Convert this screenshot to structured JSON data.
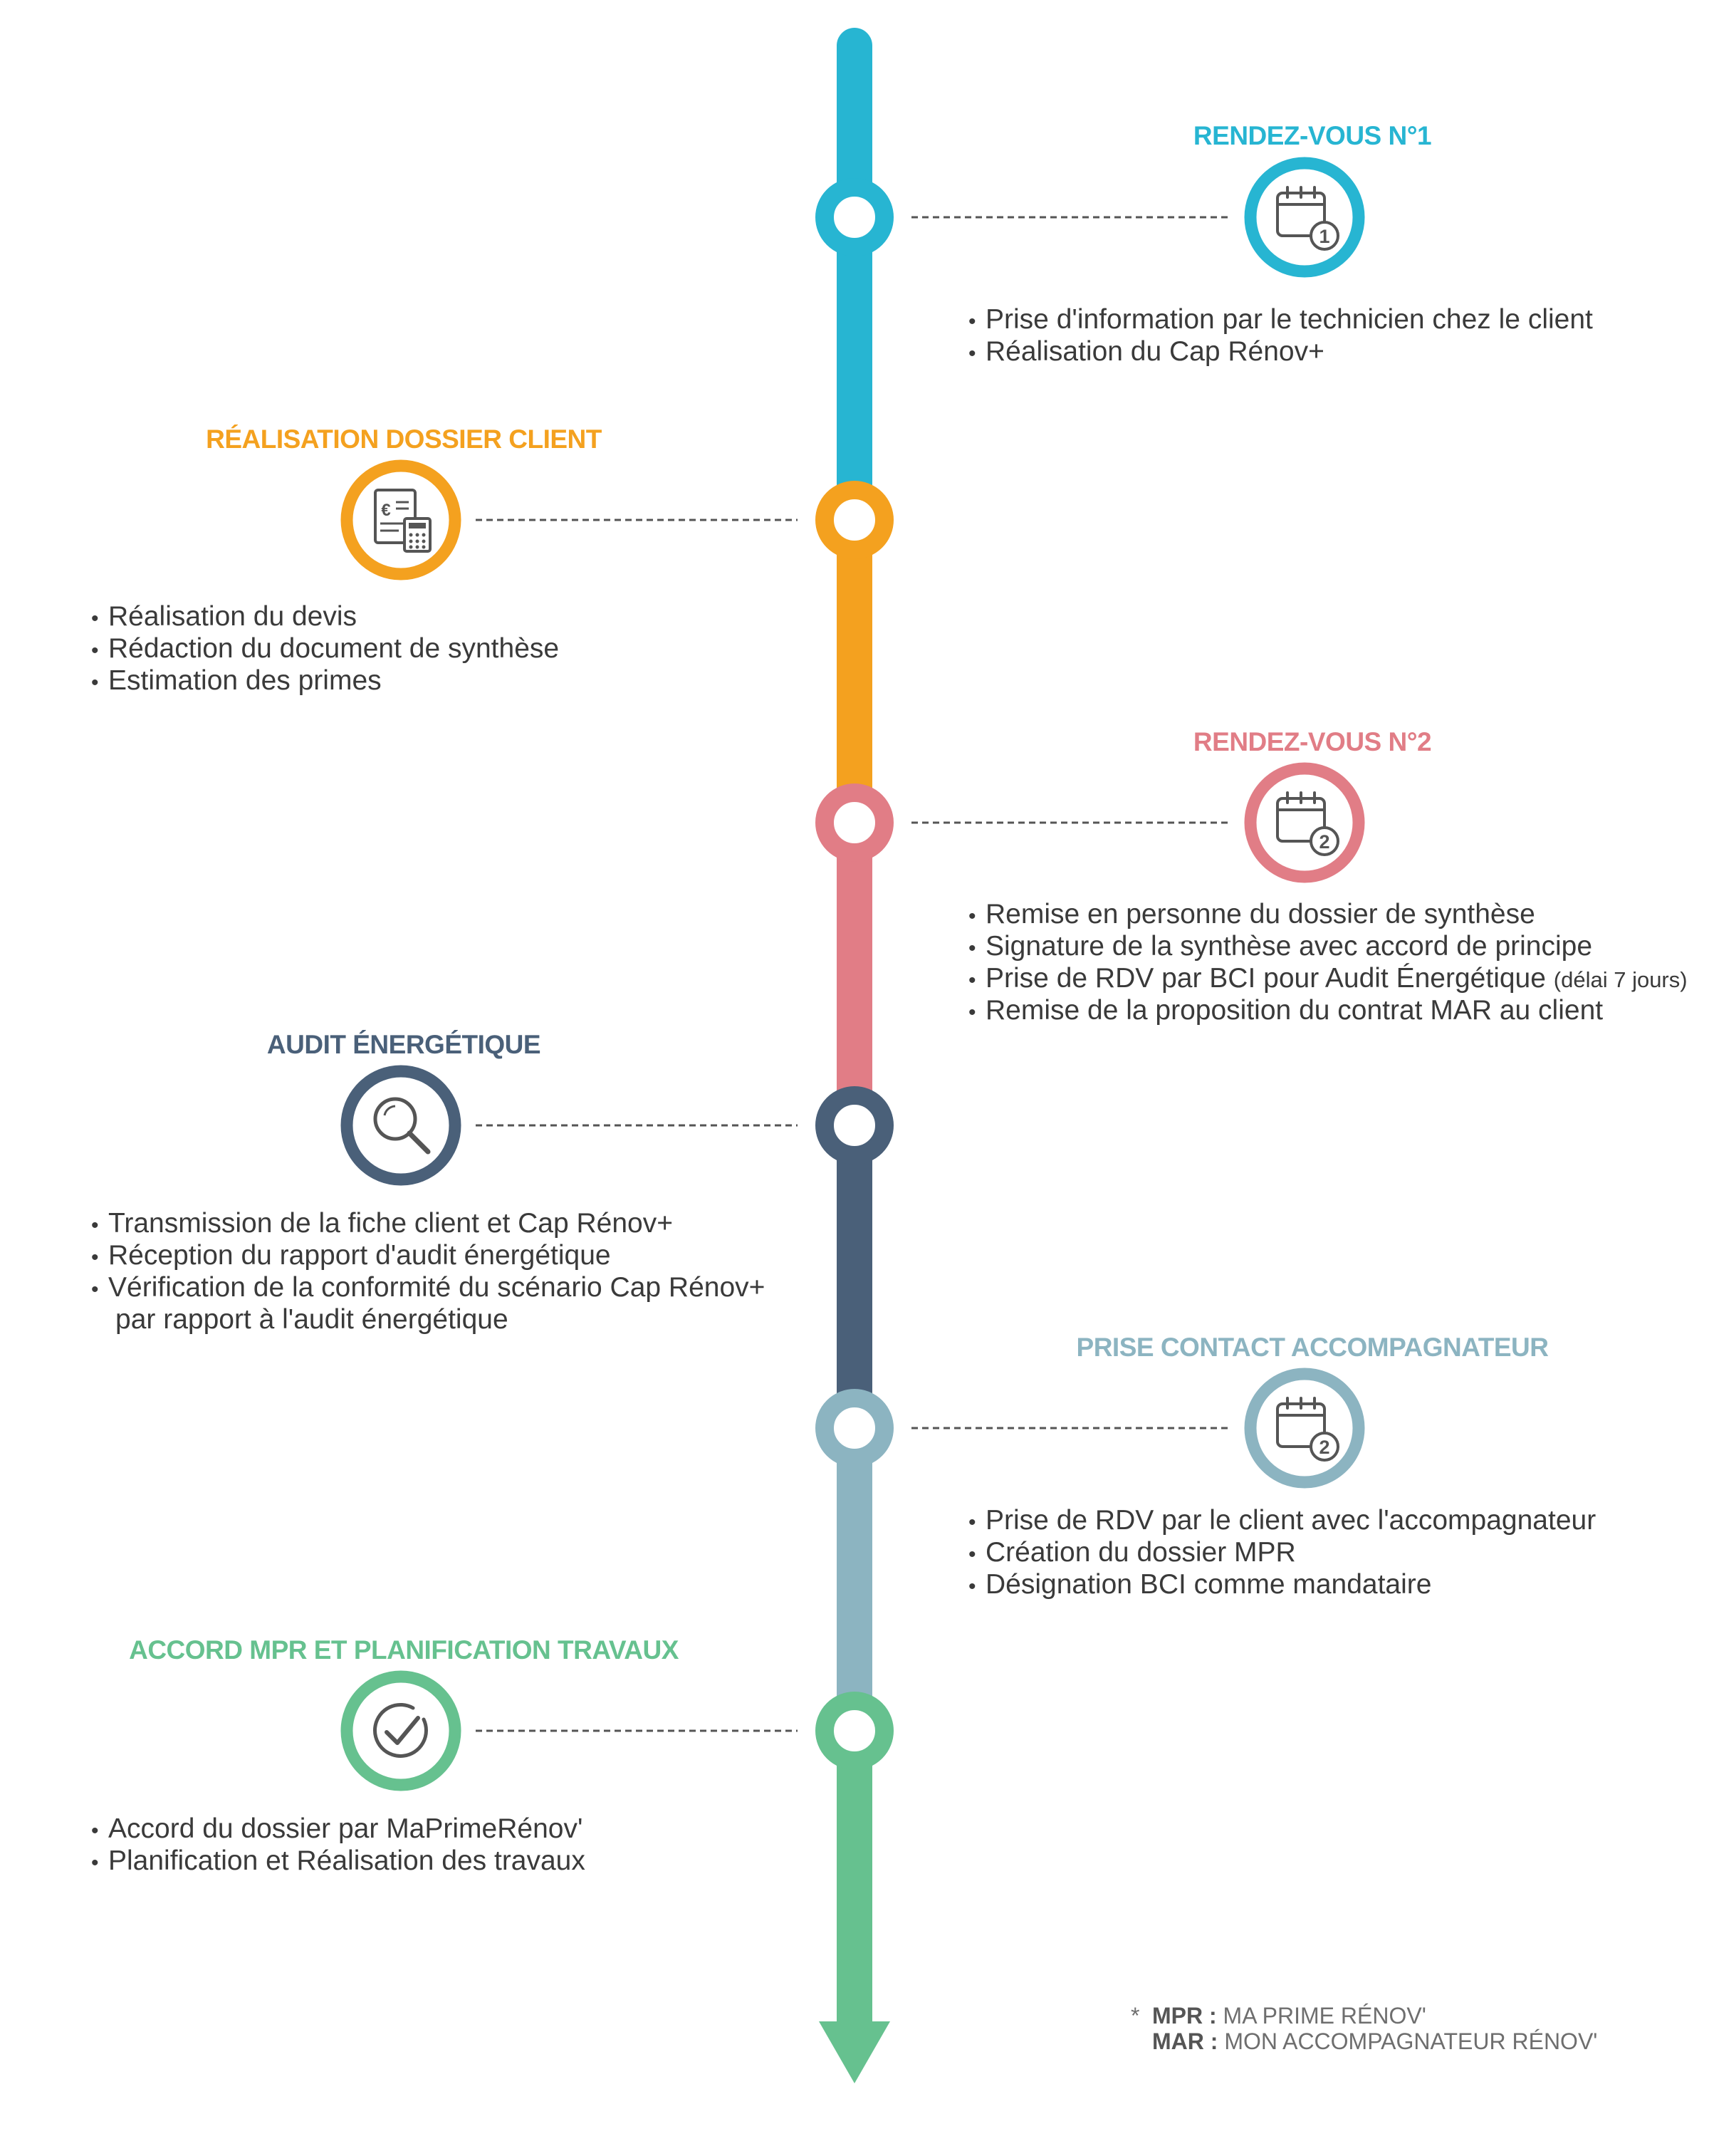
{
  "colors": {
    "blue": "#27b5d2",
    "orange": "#f4a11f",
    "pink": "#e17d86",
    "navy": "#4a6079",
    "grey_blue": "#8cb4c1",
    "green": "#66c18f",
    "icon_grey": "#555555",
    "dash": "#555555"
  },
  "steps": [
    {
      "id": "rdv1",
      "title": "RENDEZ-VOUS N°1",
      "color": "#27b5d2",
      "icon": "calendar-1-icon",
      "icon_number": "1",
      "bullets": [
        "Prise d'information par le technicien chez le client",
        "Réalisation du Cap Rénov+"
      ]
    },
    {
      "id": "dossier",
      "title": "RÉALISATION DOSSIER CLIENT",
      "color": "#f4a11f",
      "icon": "invoice-calculator-icon",
      "icon_symbol": "€",
      "bullets": [
        "Réalisation du devis",
        "Rédaction du document de synthèse",
        "Estimation des primes"
      ]
    },
    {
      "id": "rdv2",
      "title": "RENDEZ-VOUS N°2",
      "color": "#e17d86",
      "icon": "calendar-2-icon",
      "icon_number": "2",
      "bullets": [
        "Remise en personne du dossier de synthèse",
        "Signature de la synthèse avec accord de principe",
        "Prise de RDV par BCI pour Audit Énergétique",
        "Remise de la proposition du contrat MAR au client"
      ],
      "bullet_note": "(délai 7 jours)"
    },
    {
      "id": "audit",
      "title": "AUDIT ÉNERGÉTIQUE",
      "color": "#4a6079",
      "icon": "magnifier-icon",
      "bullets": [
        "Transmission de la fiche client et Cap Rénov+",
        "Réception du rapport d'audit énergétique",
        "Vérification de la conformité du scénario Cap Rénov+"
      ],
      "bullet_continuation": "par rapport à l'audit énergétique"
    },
    {
      "id": "accompagnateur",
      "title": "PRISE CONTACT ACCOMPAGNATEUR",
      "color": "#8cb4c1",
      "icon": "calendar-2-icon",
      "icon_number": "2",
      "bullets": [
        "Prise de RDV par le client avec l'accompagnateur",
        "Création du dossier MPR",
        "Désignation BCI comme mandataire"
      ]
    },
    {
      "id": "accord",
      "title": "ACCORD MPR ET PLANIFICATION TRAVAUX",
      "color": "#66c18f",
      "icon": "checkmark-circle-icon",
      "bullets": [
        "Accord du dossier par MaPrimeRénov'",
        "Planification et Réalisation des travaux"
      ]
    }
  ],
  "legend": {
    "star": "*",
    "items": [
      {
        "abbr": "MPR :",
        "text": "MA PRIME RÉNOV'"
      },
      {
        "abbr": "MAR :",
        "text": "MON ACCOMPAGNATEUR RÉNOV'"
      }
    ]
  }
}
